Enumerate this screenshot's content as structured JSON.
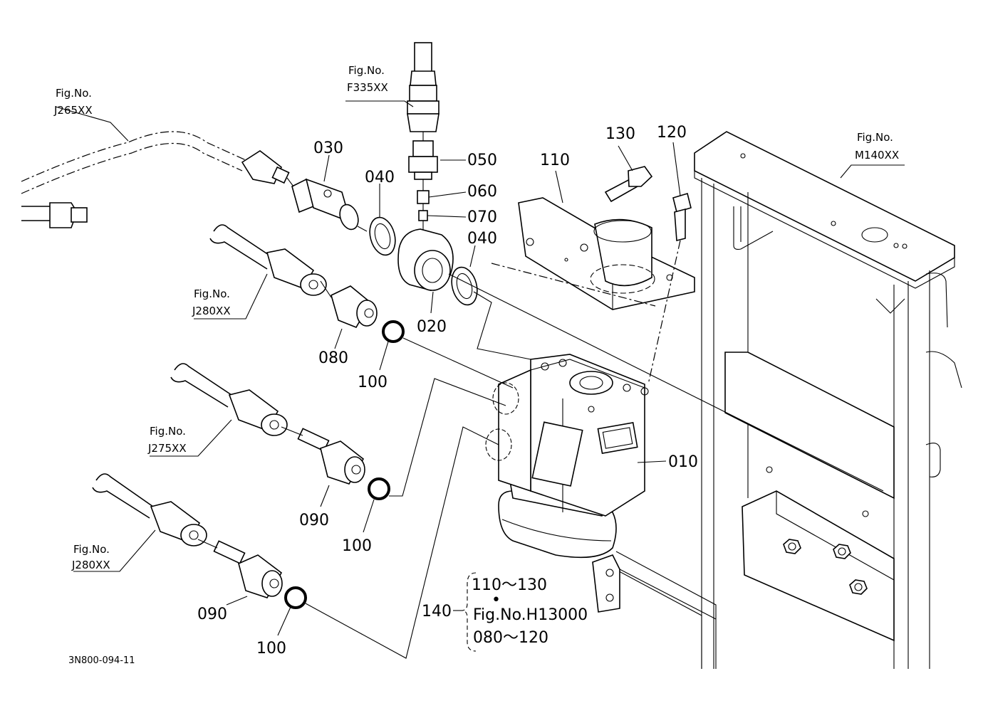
{
  "callouts": {
    "p010": "010",
    "p020": "020",
    "p030": "030",
    "p040a": "040",
    "p040b": "040",
    "p050": "050",
    "p060": "060",
    "p070": "070",
    "p080": "080",
    "p090a": "090",
    "p090b": "090",
    "p100a": "100",
    "p100b": "100",
    "p100c": "100",
    "p110": "110",
    "p120": "120",
    "p130": "130",
    "p140": "140"
  },
  "fig_refs": {
    "fig_label": "Fig.No.",
    "j265": "J265XX",
    "f335": "F335XX",
    "m140": "M140XX",
    "j280a": "J280XX",
    "j275": "J275XX",
    "j280b": "J280XX"
  },
  "kit_140": {
    "line1": "110～130",
    "bullet": "•",
    "line2": "Fig.No.H13000",
    "line3": "080～120"
  },
  "drawing_code": "3N800-094-11"
}
